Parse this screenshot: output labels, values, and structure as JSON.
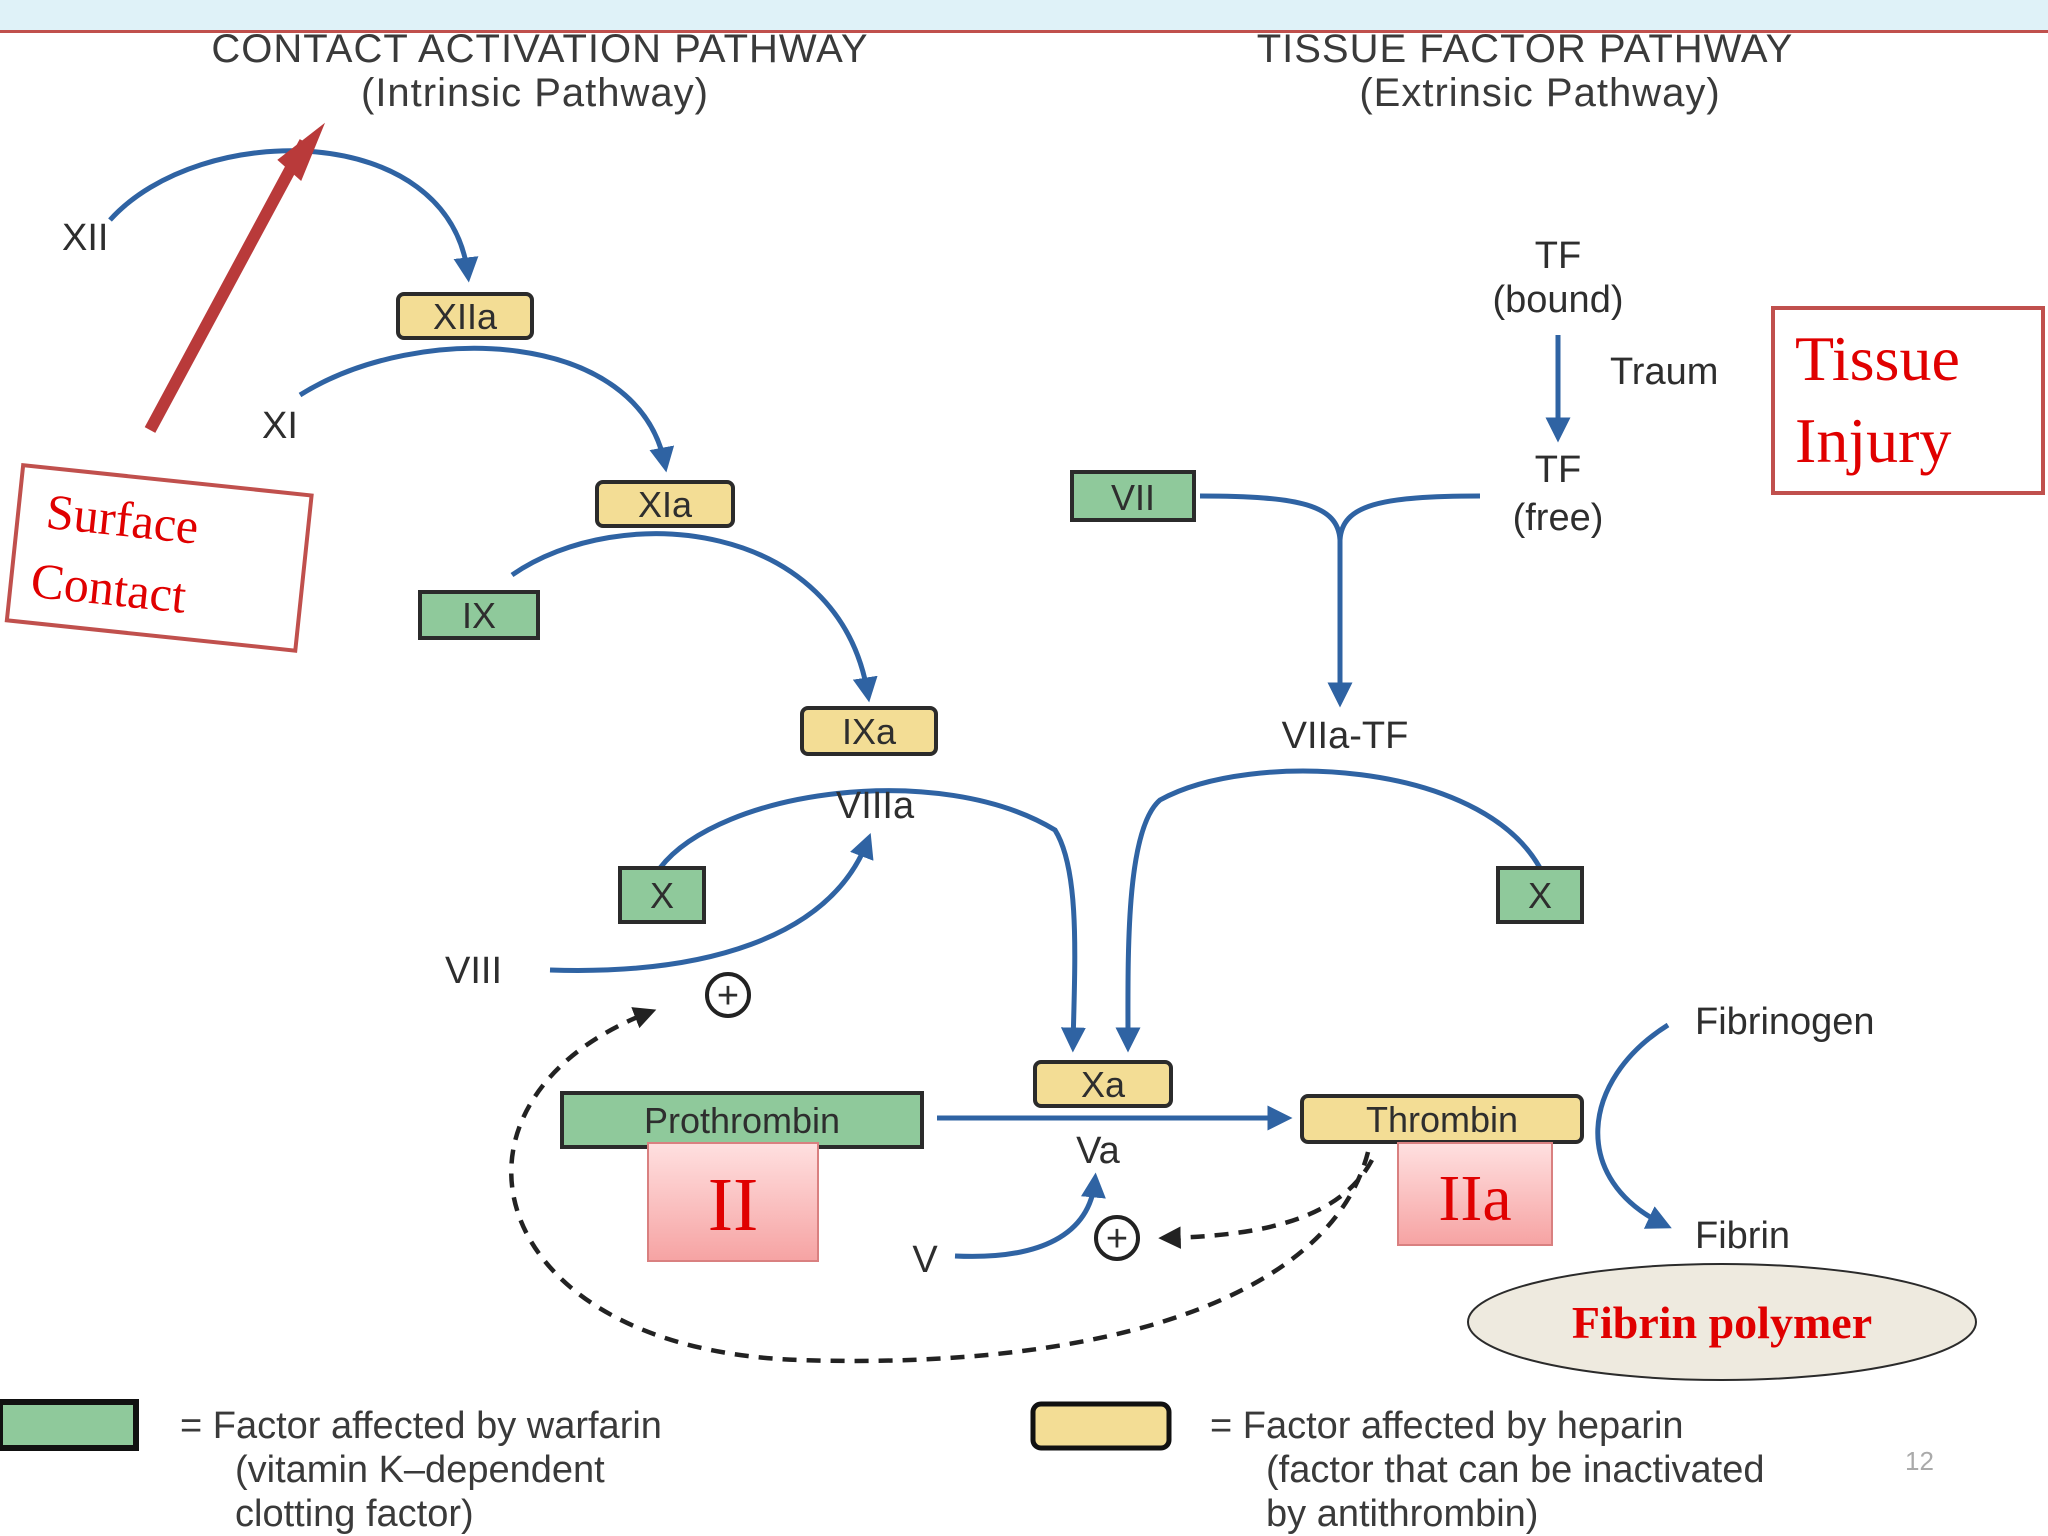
{
  "headers": {
    "intrinsic_title": "CONTACT ACTIVATION PATHWAY",
    "intrinsic_sub": "(Intrinsic Pathway)",
    "extrinsic_title": "TISSUE FACTOR PATHWAY",
    "extrinsic_sub": "(Extrinsic Pathway)"
  },
  "intrinsic": {
    "xii": "XII",
    "xiia": "XIIa",
    "xi": "XI",
    "xia": "XIa",
    "ix": "IX",
    "ixa": "IXa",
    "viiia": "VIIIa",
    "x": "X",
    "viii": "VIII"
  },
  "extrinsic": {
    "tf": "TF",
    "bound": "(bound)",
    "trauma": "Traum",
    "tf_free": "TF",
    "free": "(free)",
    "vii": "VII",
    "viia_tf": "VIIa-TF",
    "x": "X"
  },
  "common": {
    "xa": "Xa",
    "va": "Va",
    "v": "V",
    "prothrombin": "Prothrombin",
    "thrombin": "Thrombin",
    "fibrinogen": "Fibrinogen",
    "fibrin": "Fibrin",
    "plus": "+"
  },
  "annotations": {
    "surface_contact_1": "Surface",
    "surface_contact_2": "Contact",
    "tissue_injury_1": "Tissue",
    "tissue_injury_2": "Injury",
    "ii": "II",
    "iia": "IIa",
    "fibrin_polymer": "Fibrin polymer"
  },
  "legend": {
    "warfarin_1": "= Factor affected by warfarin",
    "warfarin_2": "(vitamin K–dependent",
    "warfarin_3": "clotting factor)",
    "heparin_1": "= Factor affected by heparin",
    "heparin_2": "(factor that can be inactivated",
    "heparin_3": "by antithrombin)"
  },
  "slide_number": "12",
  "colors": {
    "warfarin_factor": "#8fc99b",
    "heparin_factor": "#f3dd95",
    "flow_arrow": "#2f63a3",
    "annotation_red": "#e00000",
    "callout_border": "#c0504d"
  }
}
